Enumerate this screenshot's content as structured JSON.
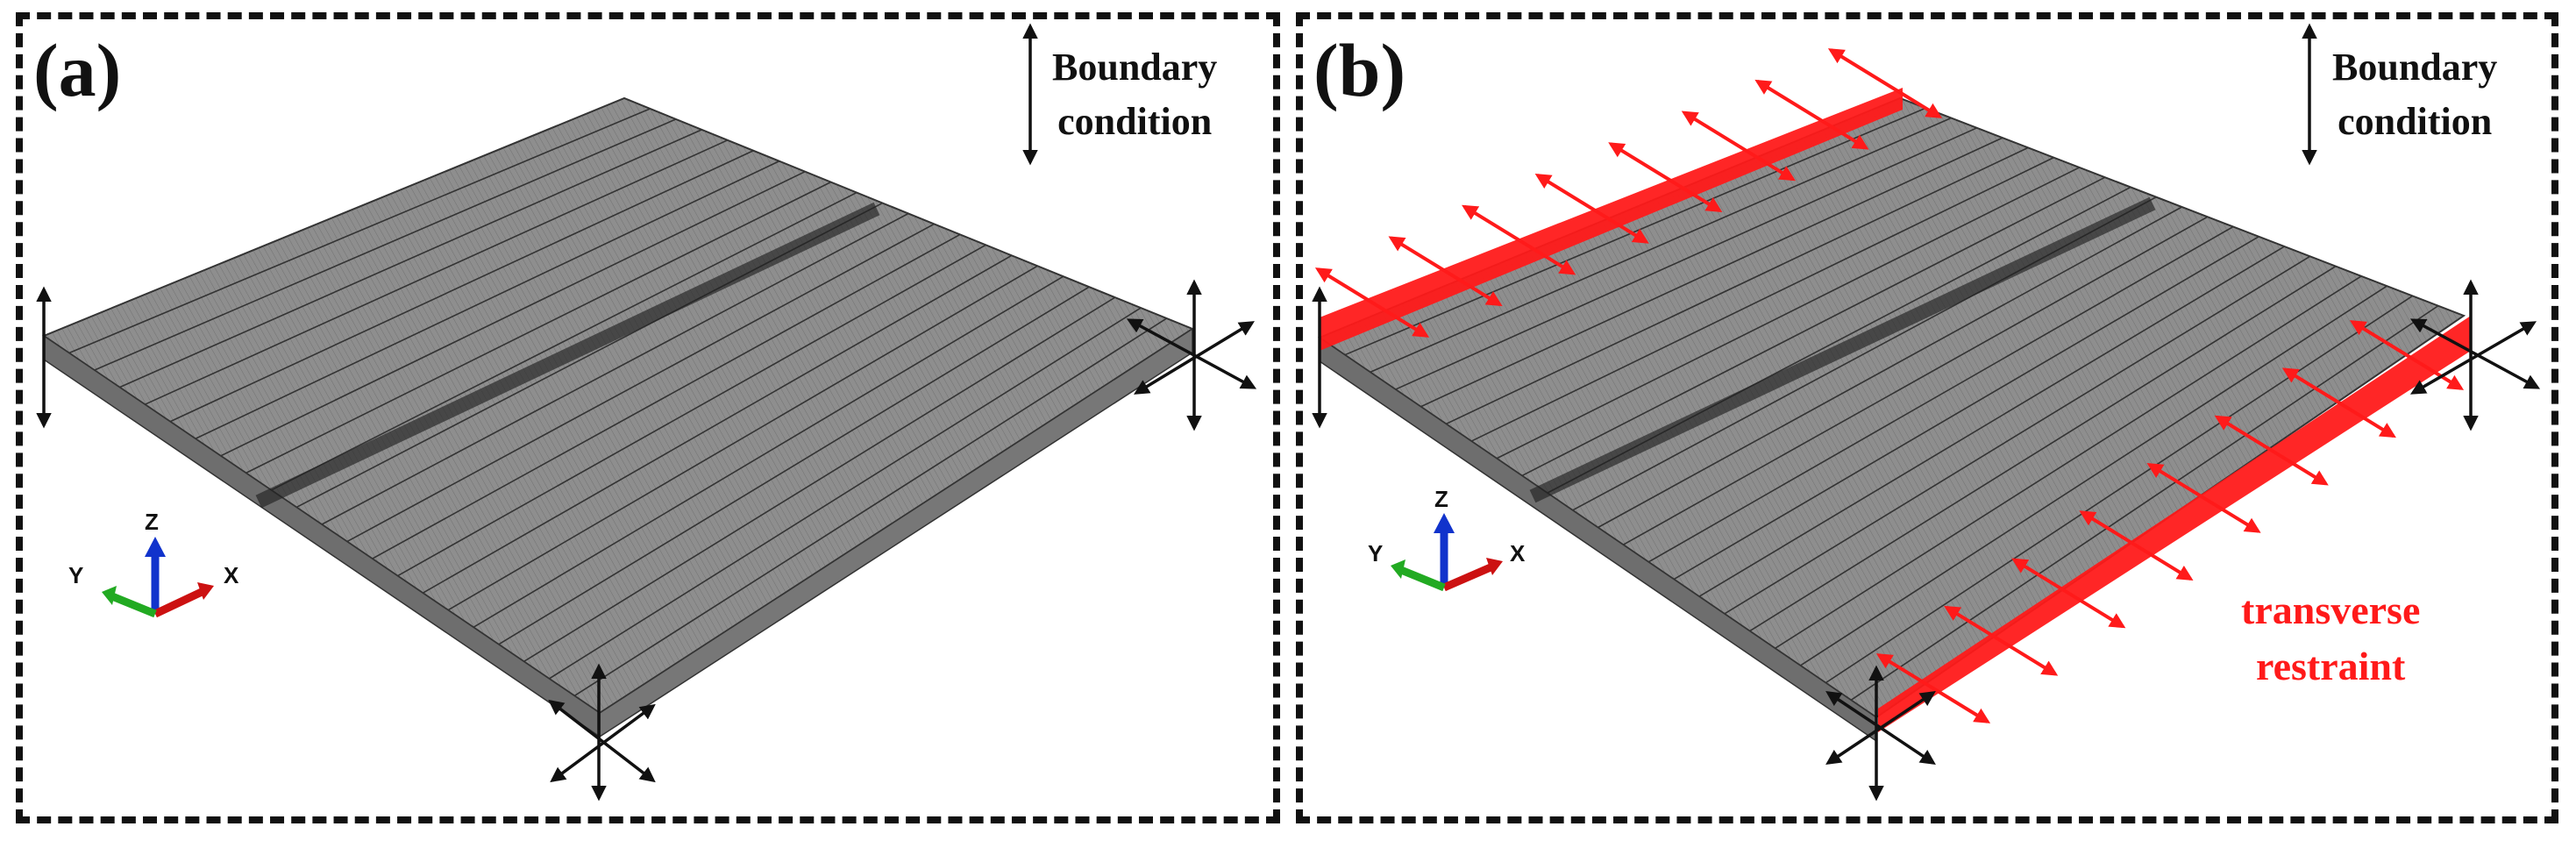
{
  "panels": [
    {
      "label": "(a)",
      "boundary_line1": "Boundary",
      "boundary_line2": "condition"
    },
    {
      "label": "(b)",
      "boundary_line1": "Boundary",
      "boundary_line2": "condition",
      "restraint_line1": "transverse",
      "restraint_line2": "restraint"
    }
  ],
  "triad": {
    "x": "X",
    "y": "Y",
    "z": "Z"
  },
  "colors": {
    "mesh": "#8a8a8a",
    "restraint": "#ff1a1a",
    "arrow": "#111111",
    "axis_x": "#cc1111",
    "axis_y": "#22aa22",
    "axis_z": "#1133cc"
  }
}
